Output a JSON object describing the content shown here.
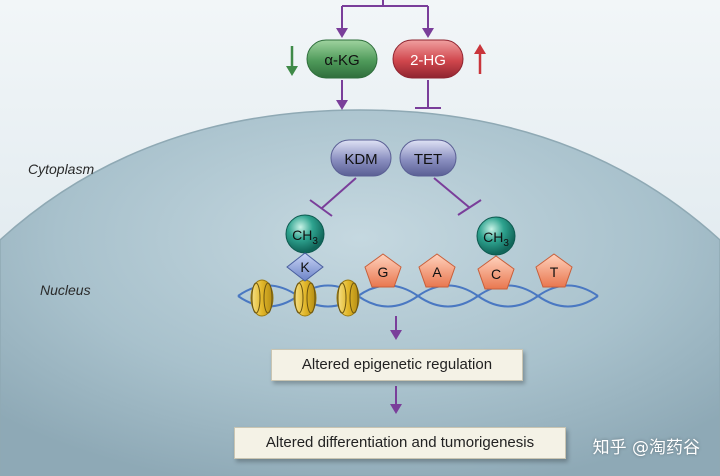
{
  "metabolites": {
    "akg": {
      "label": "α-KG",
      "trend": "decrease",
      "color": "#4f9a5a"
    },
    "twohg": {
      "label": "2-HG",
      "trend": "increase",
      "color": "#d0464c"
    }
  },
  "enzymes": {
    "kdm": {
      "label": "KDM"
    },
    "tet": {
      "label": "TET"
    }
  },
  "regions": {
    "cytoplasm": "Cytoplasm",
    "nucleus": "Nucleus"
  },
  "marks": {
    "histone_methyl": "CH3",
    "histone_residue": "K",
    "dna_methyl": "CH3"
  },
  "bases": [
    "G",
    "A",
    "C",
    "T"
  ],
  "outcomes": {
    "epigenetic": "Altered epigenetic regulation",
    "tumor": "Altered differentiation and tumorigenesis"
  },
  "watermark": "知乎 @淘药谷",
  "colors": {
    "arrow": "#7a3e9a",
    "nucleus_fill": "#a9c2cd",
    "cytoplasm_fill": "#e3ecf1",
    "enzyme_fill": "#8a8fc0",
    "methyl_fill": "#2ea38f",
    "base_fill": "#f0906c",
    "histone_fill": "#e5c233",
    "dna_strand": "#4a78c2"
  }
}
